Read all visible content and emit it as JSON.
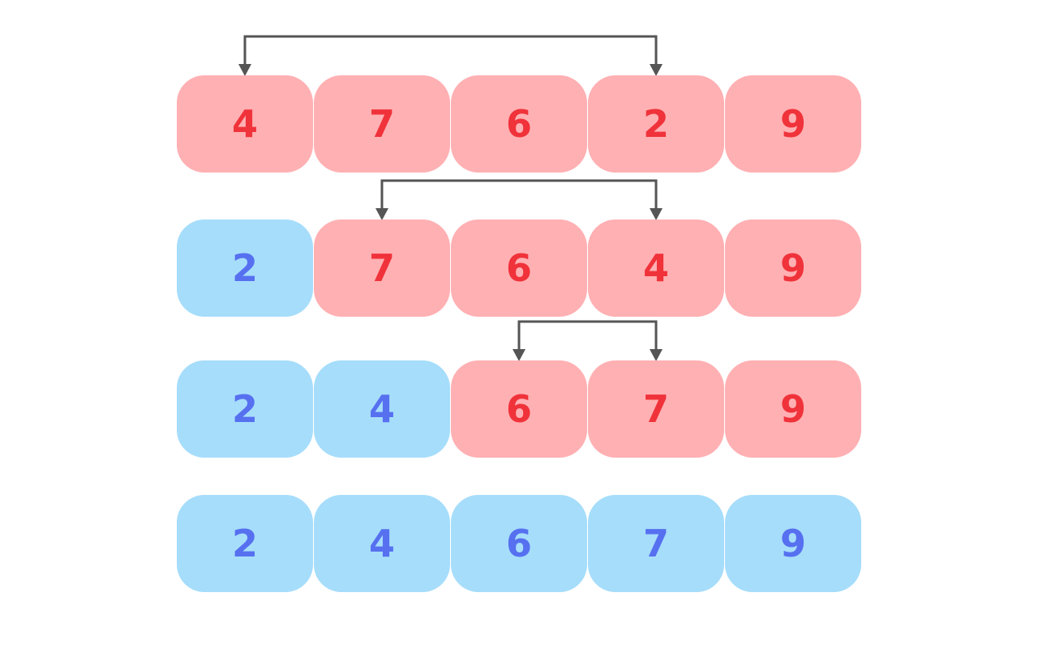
{
  "colors": {
    "unsorted_fill": "#ffb0b3",
    "unsorted_text": "#f0323a",
    "sorted_fill": "#a6ddfb",
    "sorted_text": "#5670f0",
    "arrow": "#555555"
  },
  "steps": [
    {
      "cells": [
        {
          "value": "4",
          "state": "unsorted"
        },
        {
          "value": "7",
          "state": "unsorted"
        },
        {
          "value": "6",
          "state": "unsorted"
        },
        {
          "value": "2",
          "state": "unsorted"
        },
        {
          "value": "9",
          "state": "unsorted"
        }
      ],
      "swap": [
        0,
        3
      ]
    },
    {
      "cells": [
        {
          "value": "2",
          "state": "sorted"
        },
        {
          "value": "7",
          "state": "unsorted"
        },
        {
          "value": "6",
          "state": "unsorted"
        },
        {
          "value": "4",
          "state": "unsorted"
        },
        {
          "value": "9",
          "state": "unsorted"
        }
      ],
      "swap": [
        1,
        3
      ]
    },
    {
      "cells": [
        {
          "value": "2",
          "state": "sorted"
        },
        {
          "value": "4",
          "state": "sorted"
        },
        {
          "value": "6",
          "state": "unsorted"
        },
        {
          "value": "7",
          "state": "unsorted"
        },
        {
          "value": "9",
          "state": "unsorted"
        }
      ],
      "swap": [
        2,
        3
      ]
    },
    {
      "cells": [
        {
          "value": "2",
          "state": "sorted"
        },
        {
          "value": "4",
          "state": "sorted"
        },
        {
          "value": "6",
          "state": "sorted"
        },
        {
          "value": "7",
          "state": "sorted"
        },
        {
          "value": "9",
          "state": "sorted"
        }
      ],
      "swap": null
    }
  ]
}
